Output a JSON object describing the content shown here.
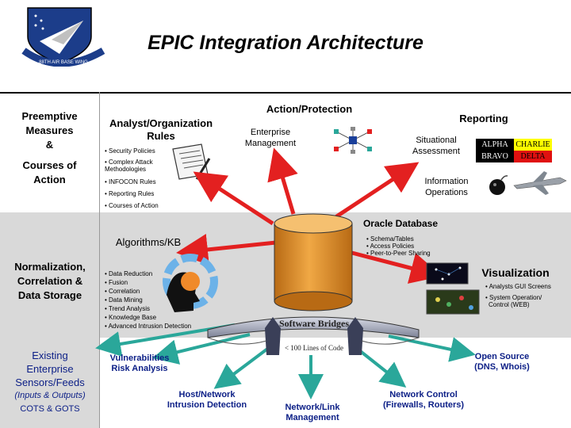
{
  "title": "EPIC Integration Architecture",
  "logo": {
    "ring_text": "88TH AIR BASE WING"
  },
  "left_column": {
    "preemptive": [
      "Preemptive",
      "Measures",
      "&"
    ],
    "courses": [
      "Courses of",
      "Action"
    ],
    "normalization": [
      "Normalization,",
      "Correlation &",
      "Data Storage"
    ],
    "existing": [
      "Existing",
      "Enterprise",
      "Sensors/Feeds"
    ],
    "io": "(Inputs & Outputs)",
    "cots": "COTS & GOTS"
  },
  "analyst": {
    "title_lines": [
      "Analyst/Organization",
      "Rules"
    ],
    "items": [
      "• Security Policies",
      "• Complex Attack",
      "Methodologies",
      "• INFOCON Rules",
      "• Reporting Rules",
      "• Courses of Action"
    ]
  },
  "action": {
    "title": "Action/Protection",
    "enterprise": [
      "Enterprise",
      "Management"
    ],
    "situational": [
      "Situational",
      "Assessment"
    ],
    "information": [
      "Information",
      "Operations"
    ]
  },
  "reporting": {
    "title": "Reporting",
    "grid": [
      "ALPHA",
      "CHARLIE",
      "BRAVO",
      "DELTA"
    ]
  },
  "oracle": {
    "title": "Oracle Database",
    "items": [
      "• Schema/Tables",
      "• Access Policies",
      "• Peer-to-Peer Sharing"
    ]
  },
  "algorithms": {
    "title": "Algorithms/KB",
    "items": [
      "• Data Reduction",
      "• Fusion",
      "• Correlation",
      "• Data Mining",
      "• Trend Analysis",
      "• Knowledge Base",
      "• Advanced Intrusion Detection"
    ]
  },
  "visualization": {
    "title": "Visualization",
    "items": [
      "• Analysts GUI Screens",
      "• System Operation/",
      "Control (WEB)"
    ]
  },
  "bridge": {
    "title": "Software Bridges",
    "subtitle": "< 100 Lines of Code"
  },
  "bottom": {
    "vuln": [
      "Vulnerabilities",
      "Risk Analysis"
    ],
    "host": [
      "Host/Network",
      "Intrusion Detection"
    ],
    "netlink": [
      "Network/Link",
      "Management"
    ],
    "netcontrol": [
      "Network Control",
      "(Firewalls, Routers)"
    ],
    "opensource": [
      "Open Source",
      "(DNS, Whois)"
    ]
  },
  "colors": {
    "band_gray": "#d9d9d9",
    "band_dark": "#bfbfbf",
    "arrow_red": "#e32020",
    "arrow_teal": "#2aa79a",
    "cylinder": "#e2932e",
    "alpha_bg": "#000000",
    "charlie_bg": "#ffff00",
    "delta_bg": "#e01010"
  }
}
